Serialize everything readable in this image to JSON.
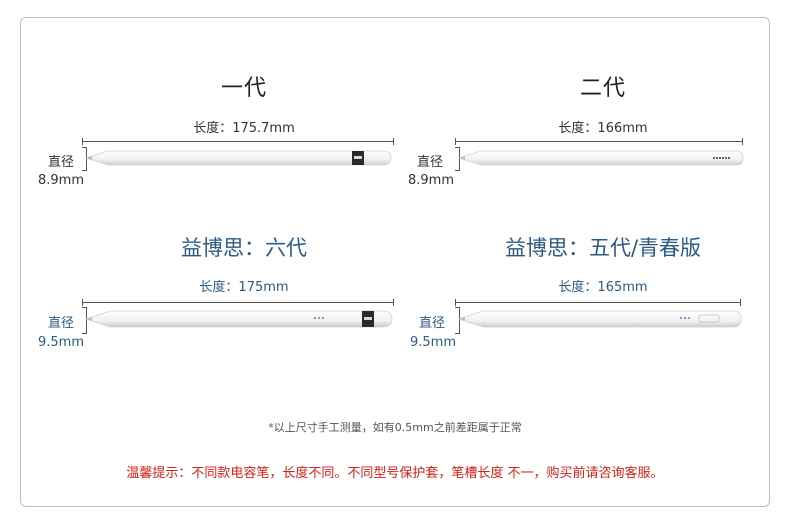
{
  "col1": {
    "title": "一代",
    "length": "长度：175.7mm",
    "diam_label": "直径",
    "diam_value": "8.9mm"
  },
  "col2": {
    "title": "二代",
    "length": "长度：166mm",
    "diam_label": "直径",
    "diam_value": "8.9mm"
  },
  "col3": {
    "title": "益博思：六代",
    "length": "长度：175mm",
    "diam_label": "直径",
    "diam_value": "9.5mm"
  },
  "col4": {
    "title": "益博思：五代/青春版",
    "length": "长度：165mm",
    "diam_label": "直径",
    "diam_value": "9.5mm"
  },
  "footer": {
    "note": "*以上尺寸手工测量，如有0.5mm之前差距属于正常",
    "warning": "温馨提示：不同款电容笔，长度不同。不同型号保护套，笔槽长度 不一，购买前请咨询客服。"
  },
  "colors": {
    "accent_blue": "#2b5a84",
    "warning_red": "#d6201a"
  }
}
